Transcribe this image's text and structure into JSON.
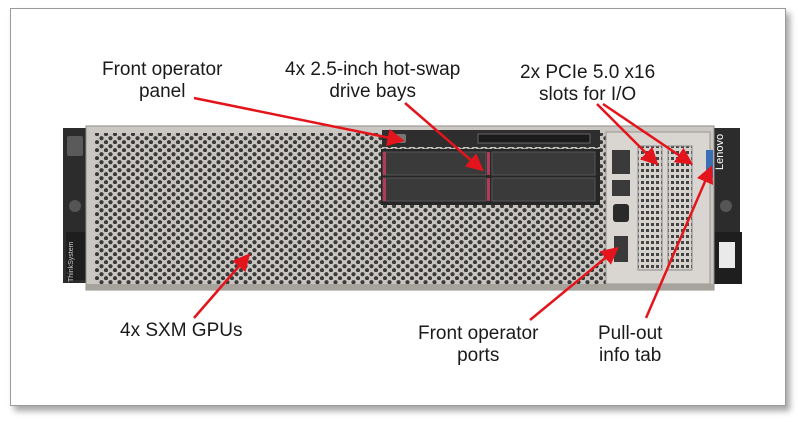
{
  "callouts": {
    "front_operator_panel": {
      "line1": "Front operator",
      "line2": "panel"
    },
    "drive_bays": {
      "line1": "4x 2.5-inch hot-swap",
      "line2": "drive bays"
    },
    "pcie_slots": {
      "line1": "2x PCIe 5.0 x16",
      "line2": "slots for I/O"
    },
    "gpus": {
      "line1": "4x SXM GPUs"
    },
    "front_operator_ports": {
      "line1": "Front operator",
      "line2": "ports"
    },
    "pull_out_info_tab": {
      "line1": "Pull-out",
      "line2": "info tab"
    }
  },
  "branding": {
    "chassis_logo": "Lenovo",
    "left_ear_logo": "ThinkSystem"
  },
  "colors": {
    "arrow": "#e3141b",
    "chassis": "#c9c6c2",
    "dark_metal": "#2b2b2b"
  }
}
